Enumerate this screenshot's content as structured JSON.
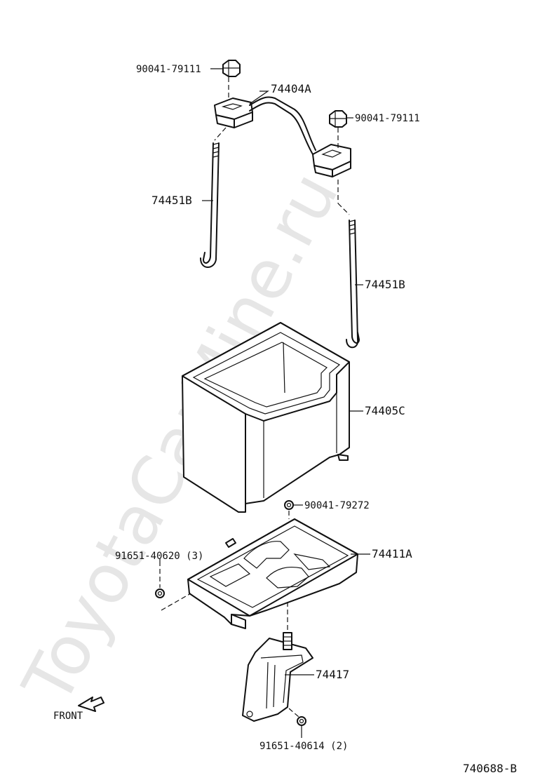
{
  "watermark": "ToyotaCarMine.ru",
  "diagram_code": "740688-B",
  "front_label": "FRONT",
  "callouts": {
    "nut_top_left": "90041-79111",
    "clamp": "74404A",
    "nut_top_right": "90041-79111",
    "rod_left": "74451B",
    "rod_right": "74451B",
    "battery_box": "74405C",
    "nut_tray": "90041-79272",
    "bolt_tray": "91651-40620 (3)",
    "tray": "74411A",
    "bracket": "74417",
    "bolt_bracket": "91651-40614 (2)"
  }
}
